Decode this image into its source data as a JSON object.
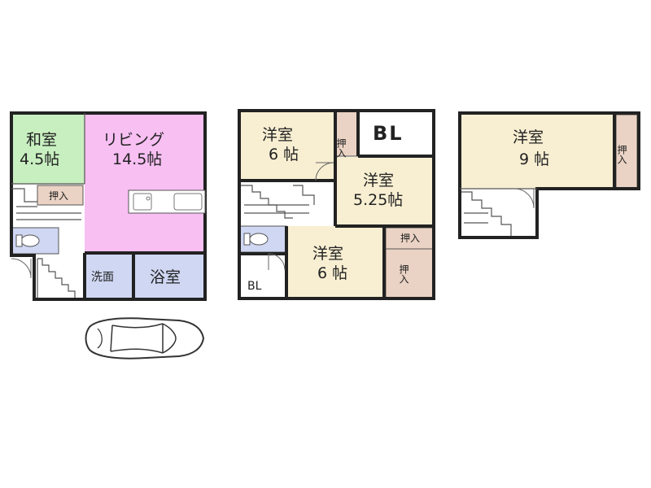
{
  "floor1": {
    "washitsu": {
      "name": "和室",
      "size": "4.5帖"
    },
    "living": {
      "name": "リビング",
      "size": "14.5帖"
    },
    "closet": "押入",
    "senmen": "洗面",
    "bath": "浴室"
  },
  "floor2": {
    "room_a": {
      "name": "洋室",
      "size": "6 帖"
    },
    "closet_v1": "押入",
    "bl_large": "BL",
    "room_b": {
      "name": "洋室",
      "size": "5.25帖"
    },
    "closet_h": "押入",
    "room_c": {
      "name": "洋室",
      "size": "6 帖"
    },
    "closet_v2": "押入",
    "bl_small": "BL"
  },
  "floor3": {
    "room": {
      "name": "洋室",
      "size": "9 帖"
    },
    "closet_v": "押入"
  },
  "colors": {
    "washitsu": "#c8efc0",
    "living": "#f7bff2",
    "bath": "#cfd7f2",
    "western": "#f8efd2",
    "closet": "#ead3c4",
    "plain": "#ffffff",
    "wall": "#222222"
  }
}
